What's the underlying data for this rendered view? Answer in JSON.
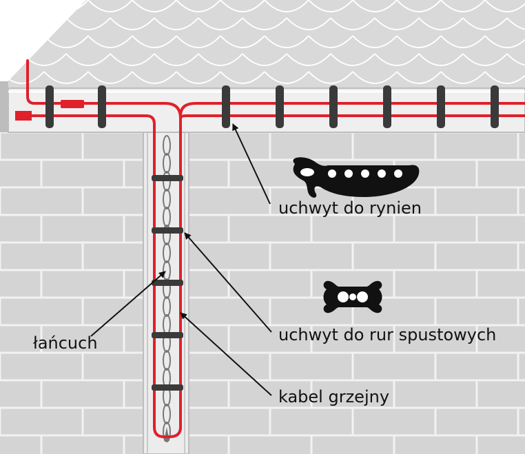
{
  "labels": {
    "gutter_clip": "uchwyt do rynien",
    "downpipe_clip": "uchwyt do rur spustowych",
    "chain": "łańcuch",
    "heating_cable": "kabel grzejny"
  },
  "colors": {
    "background": "#ffffff",
    "roof_tile": "#d9d9d9",
    "tile_edge": "#ffffff",
    "wall": "#d4d4d4",
    "brick_line": "#f2f2f2",
    "gutter": "#efefef",
    "cable": "#e0202a",
    "clip": "#3a3a3a",
    "chain": "#777777",
    "text": "#111111"
  },
  "icons": [
    "gutter-clip-icon",
    "downpipe-clip-icon"
  ]
}
